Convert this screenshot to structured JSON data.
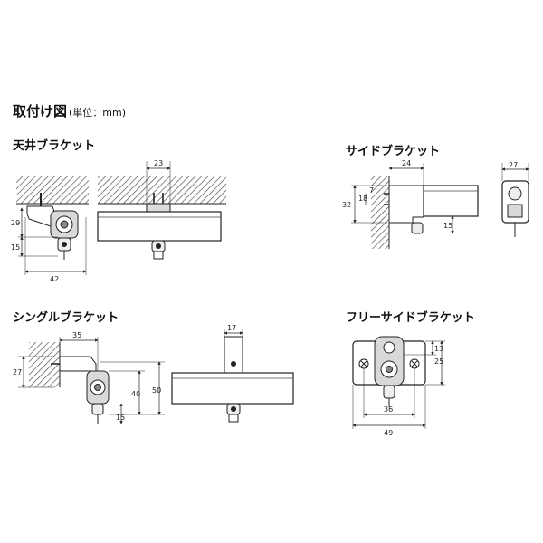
{
  "page": {
    "title": "取付け図",
    "unit_note": "(単位：mm)"
  },
  "sections": {
    "ceiling": "天井ブラケット",
    "side": "サイドブラケット",
    "single": "シングルブラケット",
    "free_side": "フリーサイドブラケット"
  },
  "dimensions": {
    "ceiling_a": "29",
    "ceiling_b": "15",
    "ceiling_c": "42",
    "ceiling_d": "23",
    "side_a": "24",
    "side_b": "7",
    "side_c": "18",
    "side_d": "32",
    "side_e": "15",
    "side_f": "27",
    "single_a": "35",
    "single_b": "27",
    "single_c": "40",
    "single_d": "15",
    "single_e": "50",
    "single_f": "17",
    "free_a": "13",
    "free_b": "25",
    "free_c": "36",
    "free_d": "49"
  }
}
